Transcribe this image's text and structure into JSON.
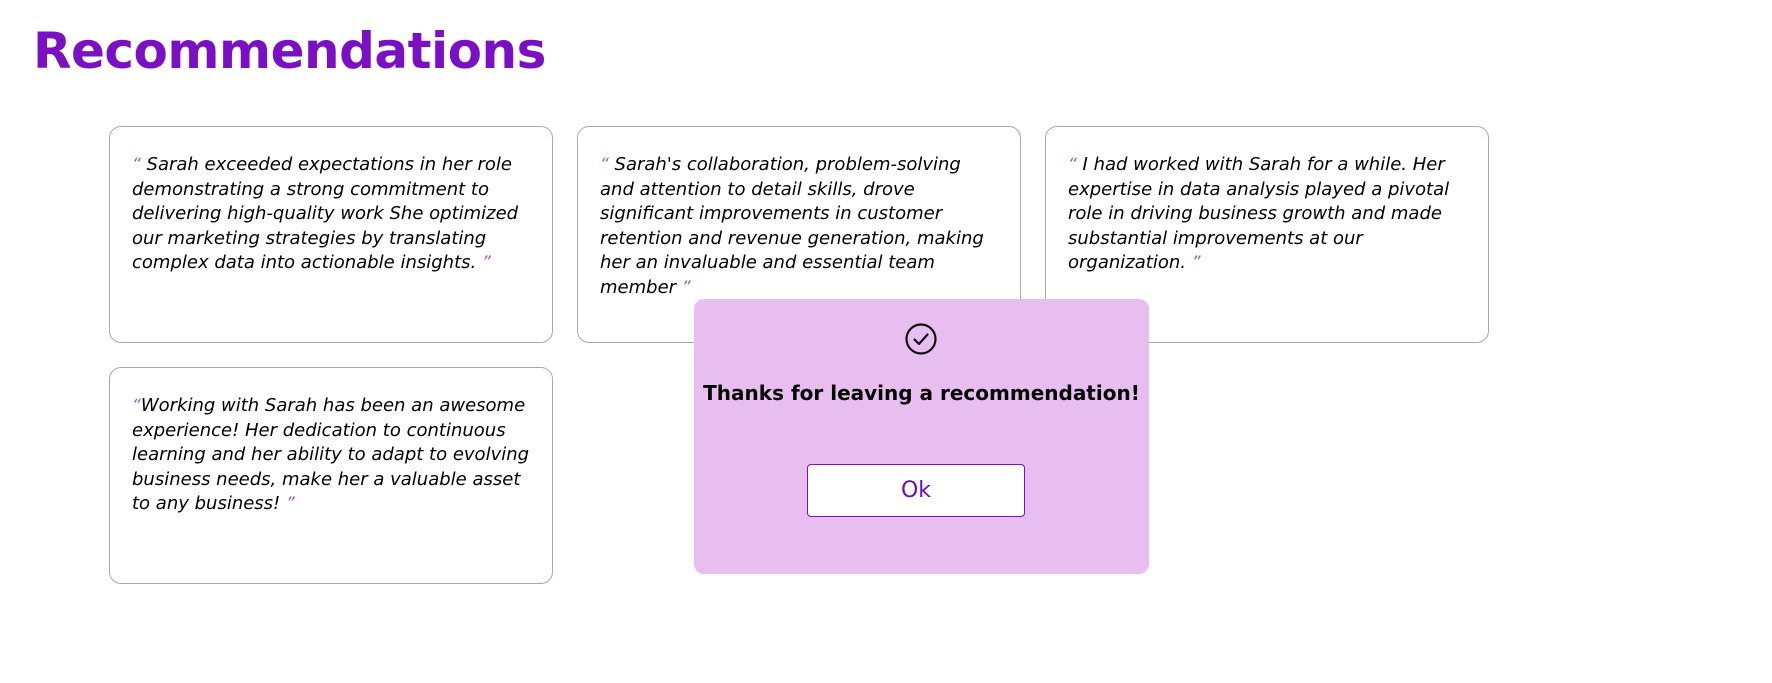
{
  "page": {
    "title": "Recommendations"
  },
  "quote_open": "“",
  "quote_close": "”",
  "recommendations": [
    {
      "text": " Sarah exceeded expectations in her role demonstrating a strong commitment to delivering high-quality work She optimized our marketing strategies by translating complex data into actionable insights. "
    },
    {
      "text": " Sarah's collaboration, problem-solving and attention to detail skills, drove significant improvements in customer retention and revenue generation, making her an invaluable and essential team member "
    },
    {
      "text": " I had worked with Sarah for a while. Her expertise in data analysis played a pivotal role in driving business growth and made substantial improvements at our organization. "
    },
    {
      "text": "Working with Sarah has been an awesome experience! Her dedication to continuous learning and her ability to adapt to evolving business needs, make her a valuable asset to any business! "
    }
  ],
  "modal": {
    "icon": "check-circle-icon",
    "message": "Thanks for leaving a recommendation!",
    "ok_label": "Ok"
  },
  "colors": {
    "accent": "#7a0fc4",
    "modal_background": "#e8bdf0",
    "card_border": "#a9a9a9",
    "quote_mark": "#9b59c6"
  }
}
